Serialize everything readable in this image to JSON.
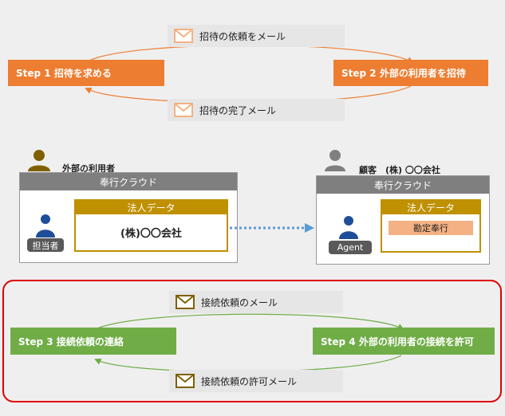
{
  "top": {
    "step1": "Step 1  招待を求める",
    "step2": "Step 2  外部の利用者を招待",
    "mail_request": "招待の依頼をメール",
    "mail_complete": "招待の完了メール"
  },
  "middle": {
    "left_owner": "外部の利用者",
    "left_app": "奉行クラウド",
    "left_corp_header": "法人データ",
    "left_corp_name": "(株)〇〇会社",
    "left_user_tag": "担当者",
    "right_owner": "顧客　(株) 〇〇会社",
    "right_app": "奉行クラウド",
    "right_corp_header": "法人データ",
    "right_item": "勘定奉行",
    "right_user_tag": "Agent"
  },
  "bottom": {
    "step3": "Step 3  接続依頼の連絡",
    "step4": "Step 4  外部の利用者の接続を許可",
    "mail_connect_request": "接続依頼のメール",
    "mail_connect_permit": "接続依頼の許可メール"
  },
  "colors": {
    "orange": "#ed7d31",
    "green": "#70ad47",
    "gold": "#bf9000",
    "highlight_red": "#e00000",
    "dotted_arrow": "#5b9bd5",
    "tan_item": "#f4b183"
  }
}
